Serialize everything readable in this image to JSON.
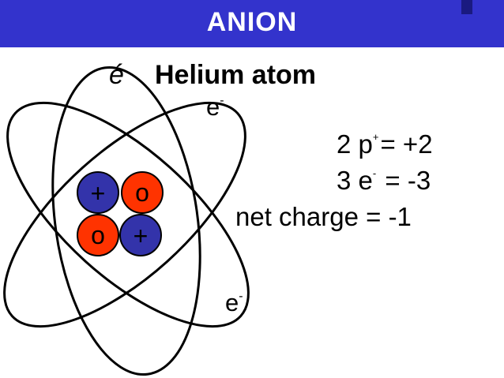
{
  "header": {
    "title": "ANION",
    "color": "#3333cc"
  },
  "heading": {
    "bullet": "é",
    "text": "Helium atom"
  },
  "electron_labels": [
    {
      "symbol": "e",
      "charge": "-"
    },
    {
      "symbol": "e",
      "charge": "-"
    }
  ],
  "nucleus": {
    "particles": [
      {
        "kind": "proton",
        "symbol": "+",
        "color": "#3333aa"
      },
      {
        "kind": "neutron",
        "symbol": "o",
        "color": "#ff3300"
      },
      {
        "kind": "neutron",
        "symbol": "o",
        "color": "#ff3300"
      },
      {
        "kind": "proton",
        "symbol": "+",
        "color": "#3333aa"
      }
    ]
  },
  "equations": {
    "protons": {
      "count": "2",
      "symbol": "p",
      "charge": "+",
      "rhs": "= +2"
    },
    "electrons": {
      "count": "3",
      "symbol": "e",
      "charge": "-",
      "rhs": "= -3"
    },
    "net": {
      "label": "net charge =",
      "value": "-1"
    }
  }
}
